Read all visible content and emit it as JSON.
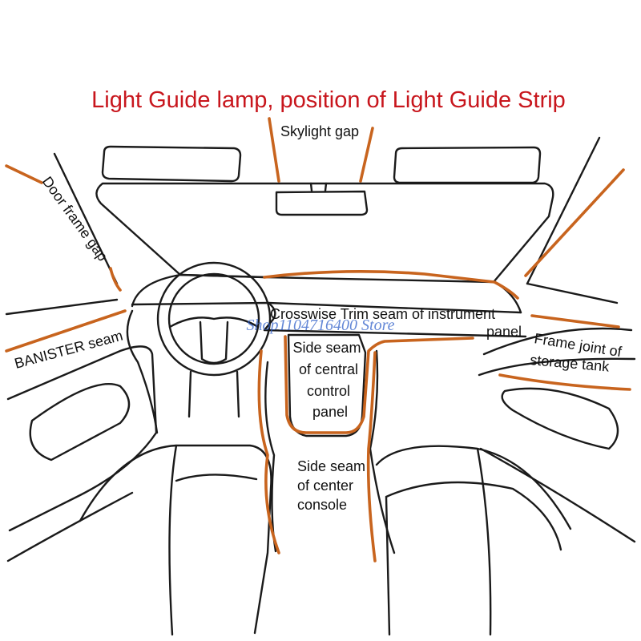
{
  "title": "Light Guide lamp, position of Light Guide Strip",
  "labels": {
    "skylight": "Skylight gap",
    "door_frame": "Door frame gap",
    "crosswise_1": "Crosswise Trim seam of instrument",
    "crosswise_2": "panel",
    "frame_joint_1": "Frame joint of",
    "frame_joint_2": "storage tank",
    "banister": "BANISTER seam",
    "central_1": "Side seam",
    "central_2": "of central",
    "central_3": "control",
    "central_4": "panel",
    "console_1": "Side seam",
    "console_2": "of center",
    "console_3": "console"
  },
  "watermark": "Shop1104716400 Store",
  "colors": {
    "title": "#c8161d",
    "strip": "#c8641e",
    "watermark": "#2f5fc9"
  }
}
